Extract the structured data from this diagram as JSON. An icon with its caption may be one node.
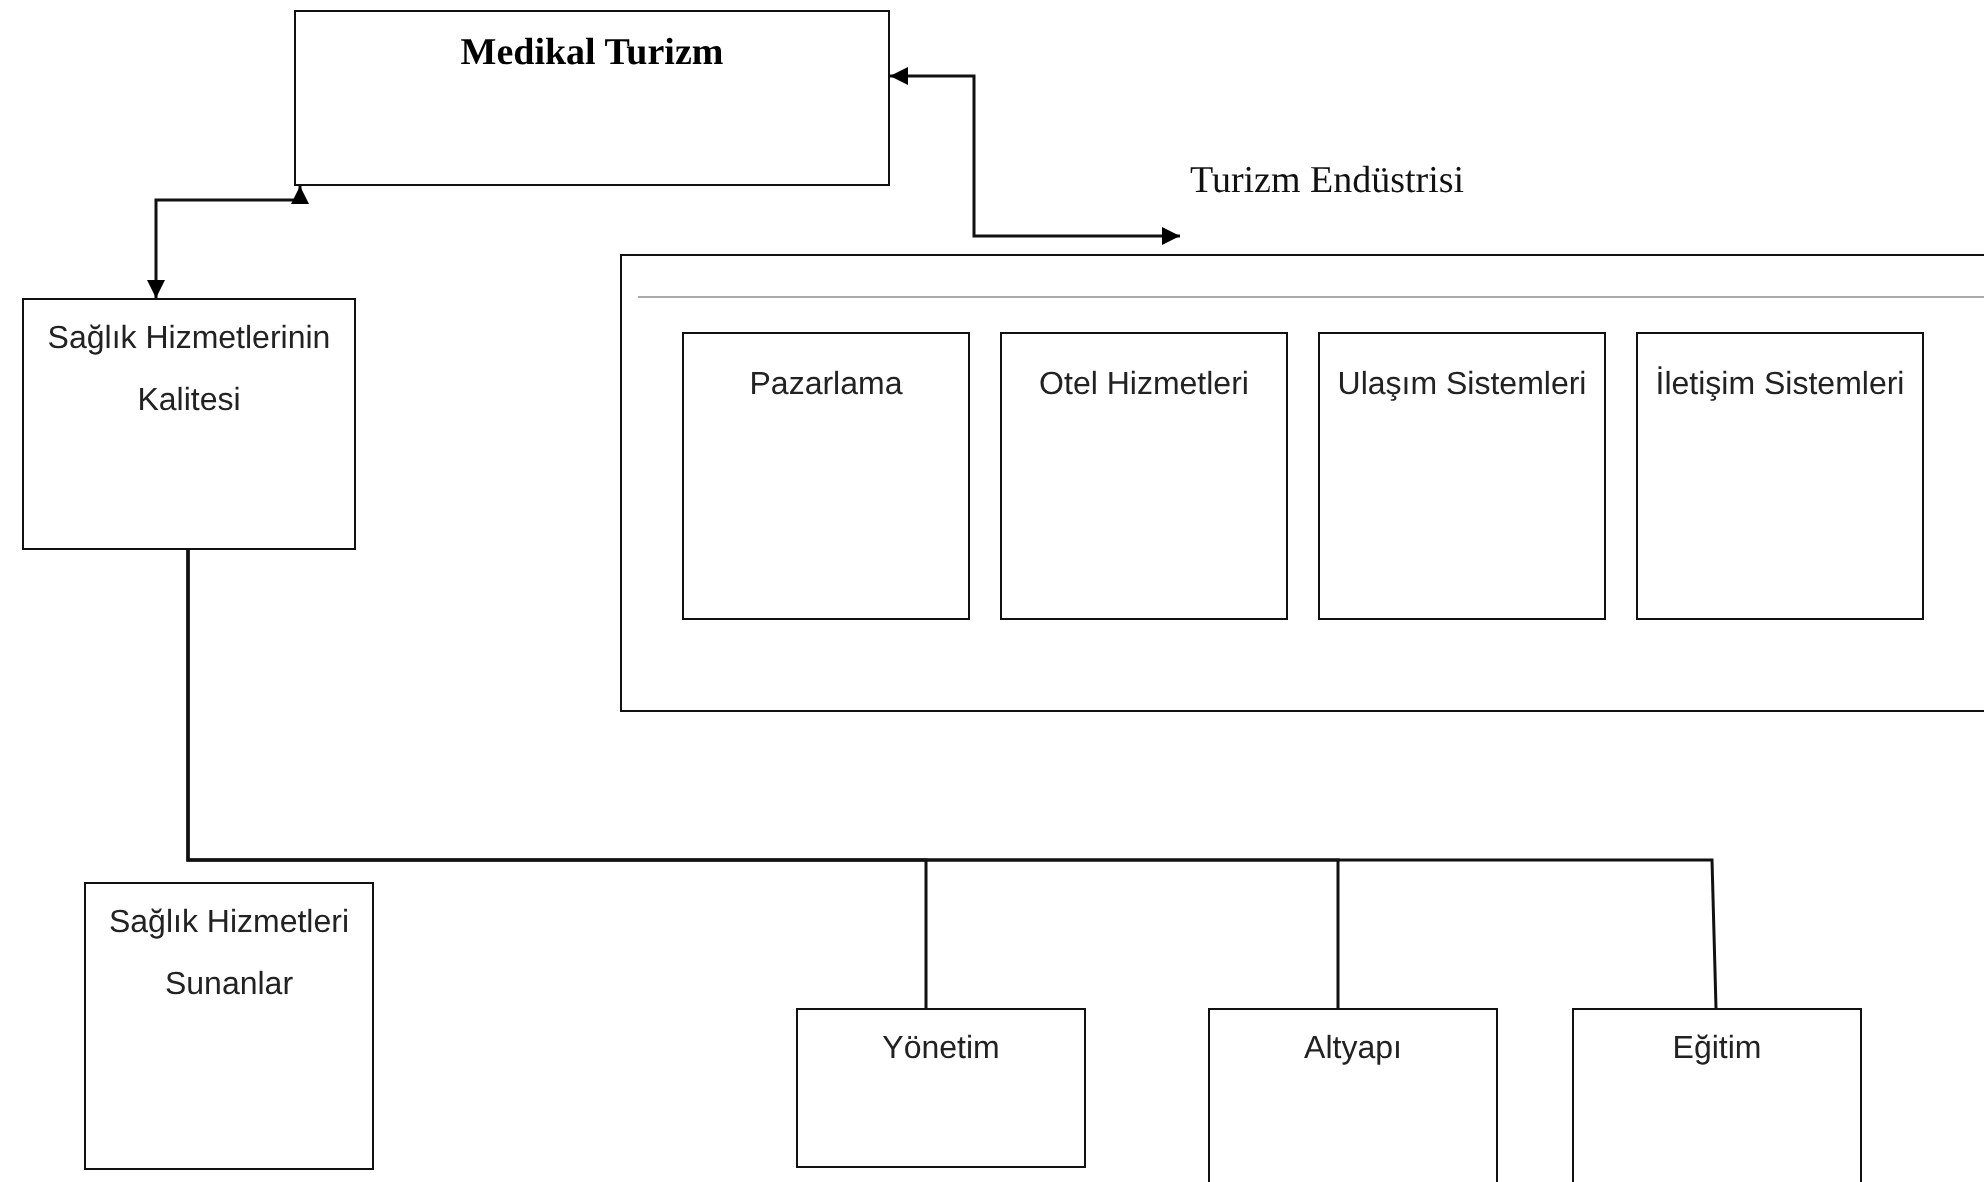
{
  "diagram": {
    "nodes": [
      {
        "text": [
          "Medikal Turizm"
        ]
      },
      {
        "text": [
          "Turizm Endüstrisi"
        ]
      },
      {
        "text": [
          "Pazarlama"
        ],
        "in": 1
      },
      {
        "text": [
          "Otel Hizmetleri"
        ],
        "in": 1
      },
      {
        "text": [
          "Ulaşım Sistemleri"
        ],
        "in": 1
      },
      {
        "text": [
          "İletişim Sistemleri"
        ],
        "in": 1
      },
      {
        "text": [
          "Sağlık Hizmetlerinin Kalitesi"
        ]
      },
      {
        "text": [
          "Sağlık Hizmetleri Sunanlar"
        ]
      },
      {
        "text": [
          "Yönetim"
        ]
      },
      {
        "text": [
          "Altyapı"
        ]
      },
      {
        "text": [
          "Eğitim"
        ]
      }
    ],
    "edges": [
      {
        "from": 6,
        "to": 0,
        "arrow": "both"
      },
      {
        "from": 0,
        "to": 1,
        "arrow": "both"
      },
      {
        "from": 6,
        "to": 8,
        "arrow": "none"
      },
      {
        "from": 6,
        "to": 9,
        "arrow": "none"
      },
      {
        "from": 6,
        "to": 10,
        "arrow": "none"
      }
    ]
  }
}
